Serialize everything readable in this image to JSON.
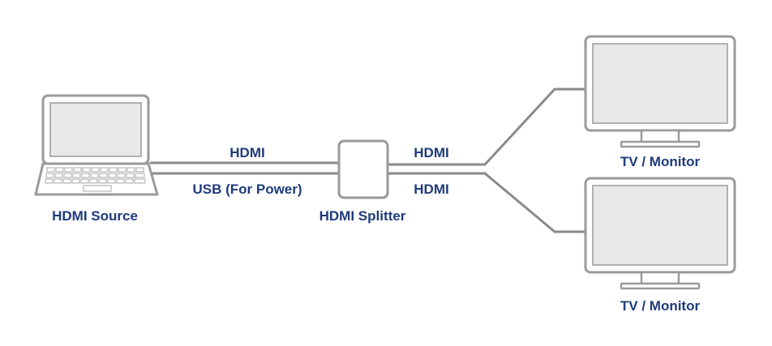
{
  "diagram": {
    "source": {
      "label": "HDMI Source",
      "icon": "laptop-icon"
    },
    "splitter": {
      "label": "HDMI Splitter",
      "icon": "hdmi-splitter-icon"
    },
    "monitors": [
      {
        "label": "TV / Monitor",
        "icon": "monitor-icon"
      },
      {
        "label": "TV / Monitor",
        "icon": "monitor-icon"
      }
    ],
    "cables": {
      "input_top": "HDMI",
      "input_bottom": "USB (For Power)",
      "output_top": "HDMI",
      "output_bottom": "HDMI"
    },
    "colors": {
      "label": "#1f3b7c",
      "device_stroke": "#9a9a9a",
      "device_fill": "#ffffff",
      "screen_fill": "#e8e8e8",
      "cable": "#8a8a8a"
    }
  }
}
